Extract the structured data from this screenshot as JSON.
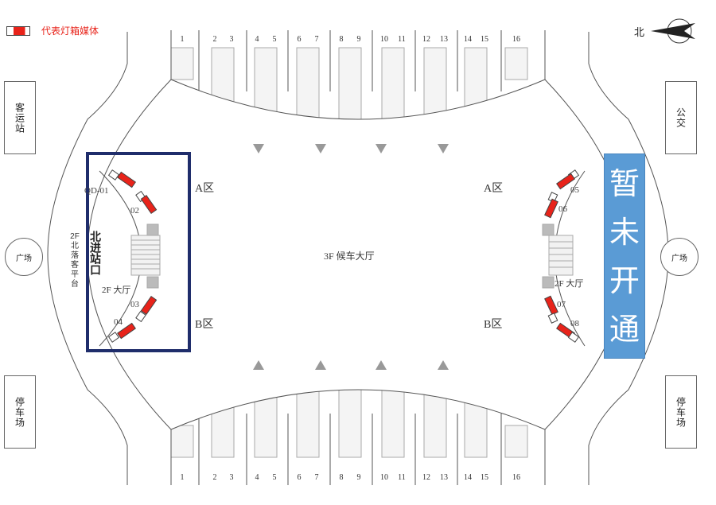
{
  "legend": {
    "label": "代表灯箱媒体"
  },
  "compass": {
    "north": "北"
  },
  "side_labels": {
    "left_top": "客运站",
    "left_bottom": "停车场",
    "right_top": "公交",
    "right_bottom": "停车场",
    "left_plaza": "广场",
    "right_plaza": "广场"
  },
  "platforms_top": [
    "1",
    "2",
    "3",
    "4",
    "5",
    "6",
    "7",
    "8",
    "9",
    "10",
    "11",
    "12",
    "13",
    "14",
    "15",
    "16"
  ],
  "platforms_bottom": [
    "1",
    "2",
    "3",
    "4",
    "5",
    "6",
    "7",
    "8",
    "9",
    "10",
    "11",
    "12",
    "13",
    "14",
    "15",
    "16"
  ],
  "hall": {
    "center_label": "3F 候车大厅",
    "zone_a": "A区",
    "zone_b": "B区",
    "west_hall": "2F 大厅",
    "east_hall": "2F 大厅",
    "north_platform": "2F 北落客平台",
    "north_gate": "北进站口"
  },
  "media": {
    "west": [
      "QD-01",
      "02",
      "03",
      "04"
    ],
    "east": [
      "05",
      "06",
      "07",
      "08"
    ]
  },
  "notice": {
    "text": "暂未开通",
    "color": "#5a9bd5"
  },
  "colors": {
    "media_red": "#e8231a",
    "highlight_box": "#1f2d6b"
  }
}
